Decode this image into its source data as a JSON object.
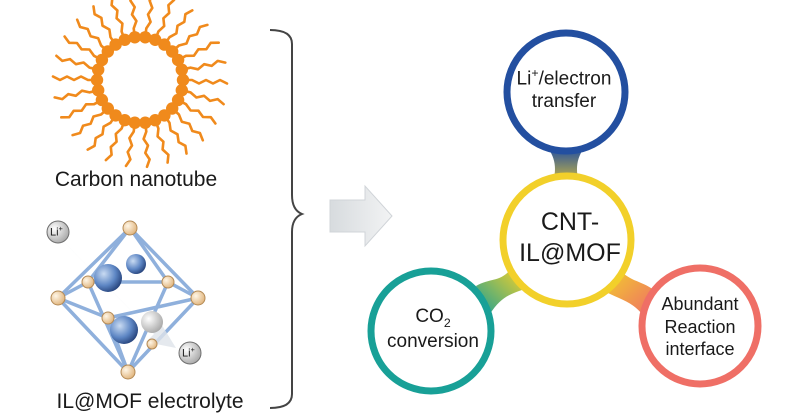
{
  "left": {
    "carbon_nanotube_label": "Carbon nanotube",
    "mof_label": "IL@MOF electrolyte",
    "li_badge": {
      "base": "Li",
      "sup": "+"
    }
  },
  "hub": {
    "center": {
      "line1": "CNT-",
      "line2": "IL@MOF"
    },
    "top": {
      "line1_base": "Li",
      "line1_sup": "+",
      "line1_rest": "/electron",
      "line2": "transfer"
    },
    "left": {
      "line1_base": "CO",
      "line1_sub": "2",
      "line2": "conversion"
    },
    "right": {
      "line1": "Abundant",
      "line2": "Reaction",
      "line3": "interface"
    }
  },
  "colors": {
    "orange": "#f08a1c",
    "blue_ring": "#234fa0",
    "teal_ring": "#18a097",
    "coral_ring": "#ef6f66",
    "yellow_ring": "#f2d02a",
    "bracket": "#444444",
    "arrow": "#e3e6e8"
  }
}
